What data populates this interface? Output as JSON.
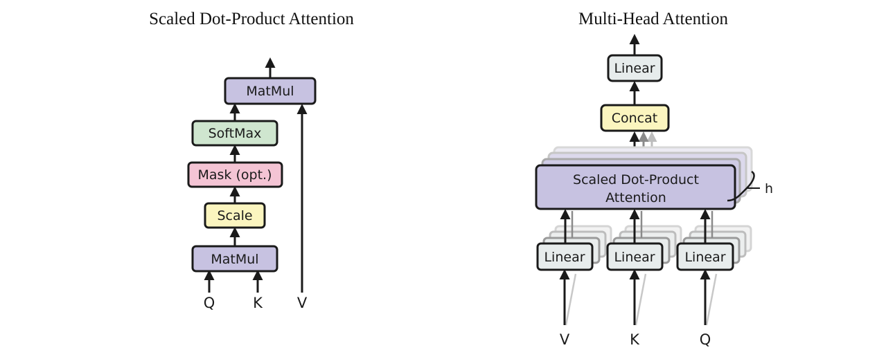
{
  "left_diagram": {
    "title": "Scaled Dot-Product Attention",
    "blocks": {
      "matmul_top": "MatMul",
      "softmax": "SoftMax",
      "mask": "Mask (opt.)",
      "scale": "Scale",
      "matmul_bottom": "MatMul"
    },
    "inputs": {
      "q": "Q",
      "k": "K",
      "v": "V"
    }
  },
  "right_diagram": {
    "title": "Multi-Head Attention",
    "blocks": {
      "linear_top": "Linear",
      "concat": "Concat",
      "attention_line1": "Scaled Dot-Product",
      "attention_line2": "Attention",
      "linear_v": "Linear",
      "linear_k": "Linear",
      "linear_q": "Linear"
    },
    "head_count_label": "h",
    "inputs": {
      "v": "V",
      "k": "K",
      "q": "Q"
    }
  },
  "colors": {
    "matmul": "#c7c2e1",
    "softmax": "#cfe6cf",
    "mask": "#f4c4d4",
    "scale": "#fbf5bf",
    "concat": "#fbf5bf",
    "linear": "#e7ecec",
    "attention": "#c7c2e1",
    "shadow": "#d4d4d4",
    "stroke": "#1a1a1a"
  }
}
